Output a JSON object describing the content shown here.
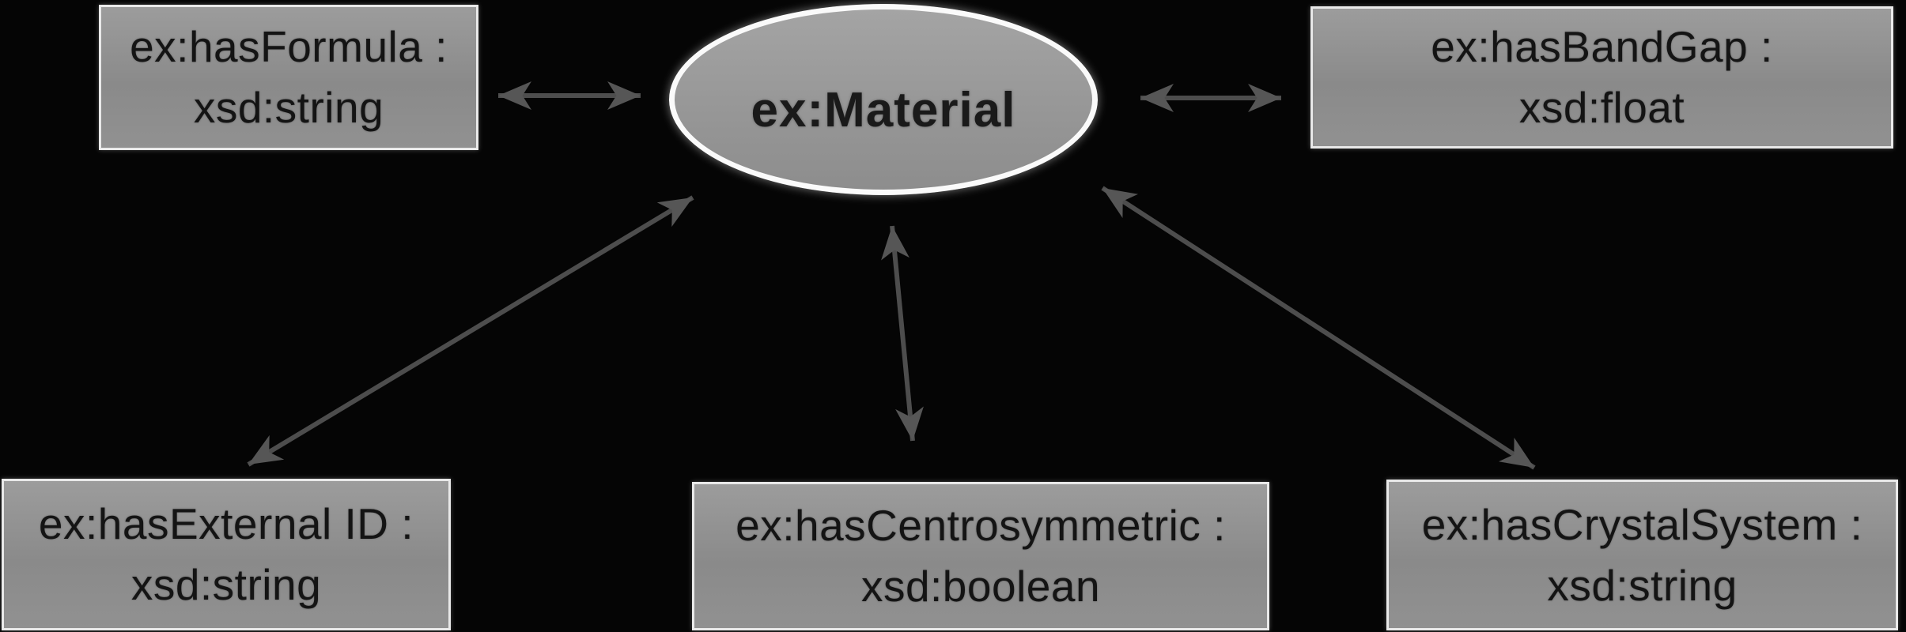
{
  "diagram": {
    "center_node": {
      "label": "ex:Material"
    },
    "property_nodes": [
      {
        "id": "hasFormula",
        "line1": "ex:hasFormula :",
        "line2": "xsd:string",
        "position": "top-left"
      },
      {
        "id": "hasBandGap",
        "line1": "ex:hasBandGap :",
        "line2": "xsd:float",
        "position": "top-right"
      },
      {
        "id": "hasExternalID",
        "line1": "ex:hasExternal ID :",
        "line2": "xsd:string",
        "position": "bottom-left"
      },
      {
        "id": "hasCentrosymmetric",
        "line1": "ex:hasCentrosymmetric :",
        "line2": "xsd:boolean",
        "position": "bottom-center"
      },
      {
        "id": "hasCrystalSystem",
        "line1": "ex:hasCrystalSystem :",
        "line2": "xsd:string",
        "position": "bottom-right"
      }
    ],
    "colors": {
      "background": "#050505",
      "node_fill": "#8f8f8f",
      "node_border": "#e9e9e9",
      "node_text": "#141414",
      "ellipse_fill": "#9a9a9a",
      "ellipse_border": "#fafafa",
      "arrow": "#4d4d4d"
    }
  }
}
